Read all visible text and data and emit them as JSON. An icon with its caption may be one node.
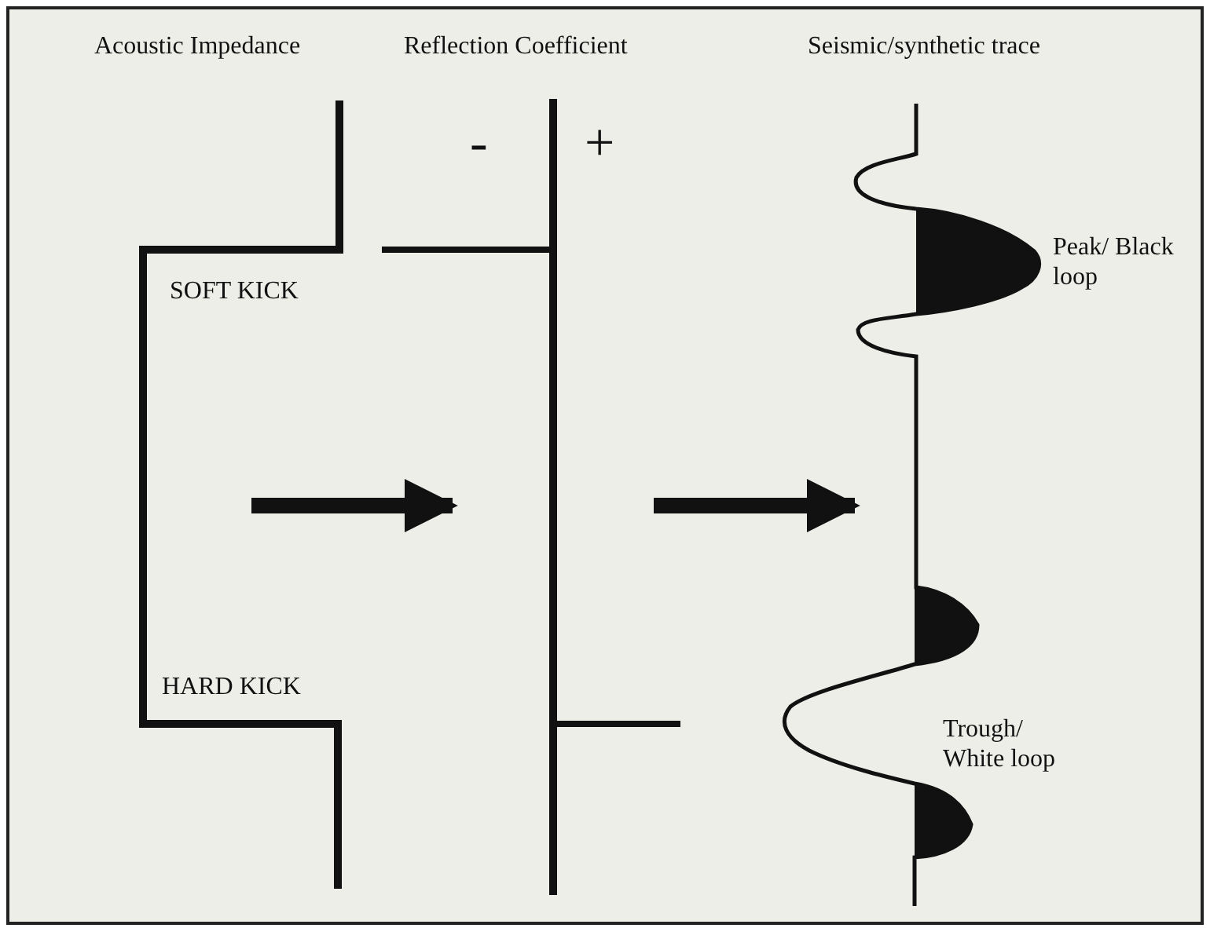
{
  "diagram": {
    "labels": [
      "Acoustic Impedance",
      "Reflection Coefficient",
      "Seismic/synthetic trace",
      "-",
      "+",
      "SOFT KICK",
      "HARD KICK",
      "Peak/ Black loop",
      "Trough/ White loop"
    ]
  }
}
